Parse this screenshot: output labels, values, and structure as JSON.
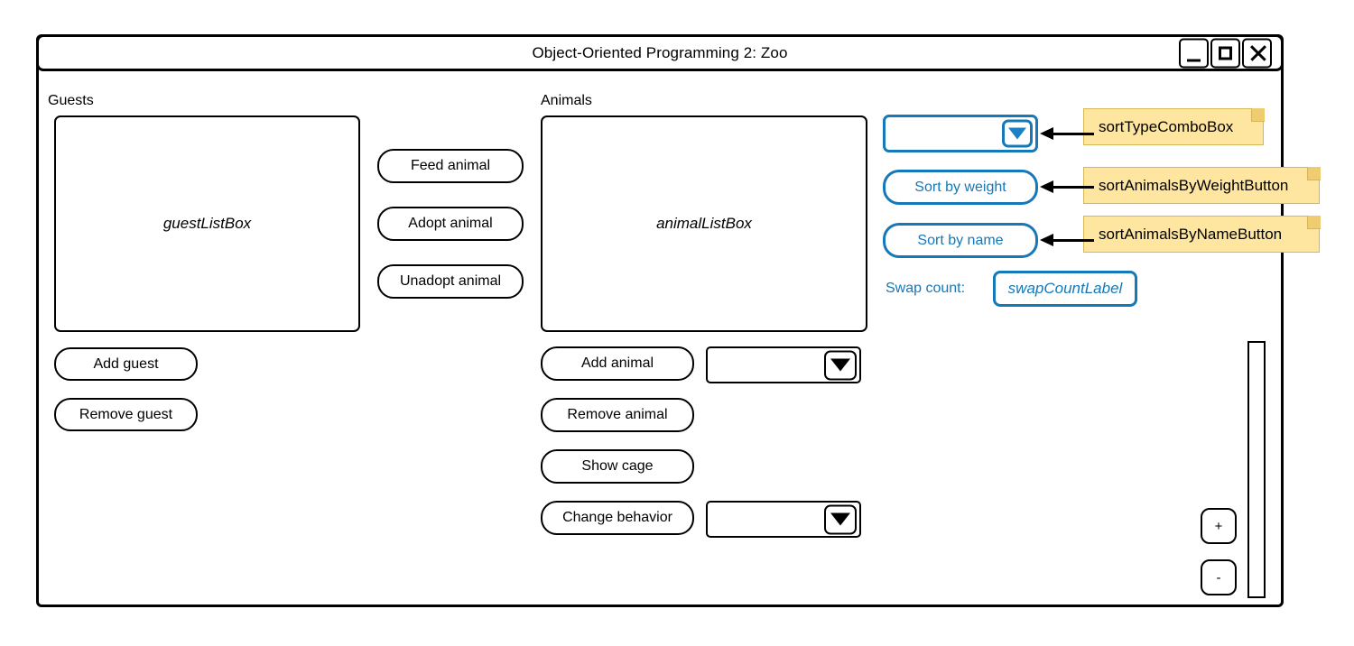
{
  "window": {
    "title": "Object-Oriented Programming 2: Zoo",
    "controls": {
      "minimize": "minimize",
      "maximize": "maximize",
      "close": "close"
    }
  },
  "accent": {
    "highlight_blue": "#1578B8",
    "note_fill": "#FFE6A0",
    "note_border": "#D6B656",
    "outline_black": "#000000"
  },
  "guests": {
    "section_label": "Guests",
    "listbox_placeholder": "guestListBox",
    "buttons": [
      {
        "label": "Add guest"
      },
      {
        "label": "Remove guest"
      }
    ]
  },
  "middle_buttons": [
    {
      "label": "Feed animal"
    },
    {
      "label": "Adopt animal"
    },
    {
      "label": "Unadopt animal"
    }
  ],
  "animals": {
    "section_label": "Animals",
    "listbox_placeholder": "animalListBox",
    "rows": [
      {
        "button": "Add animal",
        "combo": "",
        "has_combo": true
      },
      {
        "button": "Remove animal",
        "combo": "",
        "has_combo": false
      },
      {
        "button": "Show cage",
        "combo": "",
        "has_combo": false
      },
      {
        "button": "Change behavior",
        "combo": "",
        "has_combo": true
      }
    ]
  },
  "sorting": {
    "combo_value": "",
    "sort_by_weight_label": "Sort by weight",
    "sort_by_name_label": "Sort by name",
    "swap_count_label": "Swap count:",
    "swap_count_value": "swapCountLabel"
  },
  "annotations": [
    {
      "text": "sortTypeComboBox"
    },
    {
      "text": "sortAnimalsByWeightButton"
    },
    {
      "text": "sortAnimalsByNameButton"
    }
  ],
  "stepper": {
    "increase": "+",
    "decrease": "-"
  }
}
